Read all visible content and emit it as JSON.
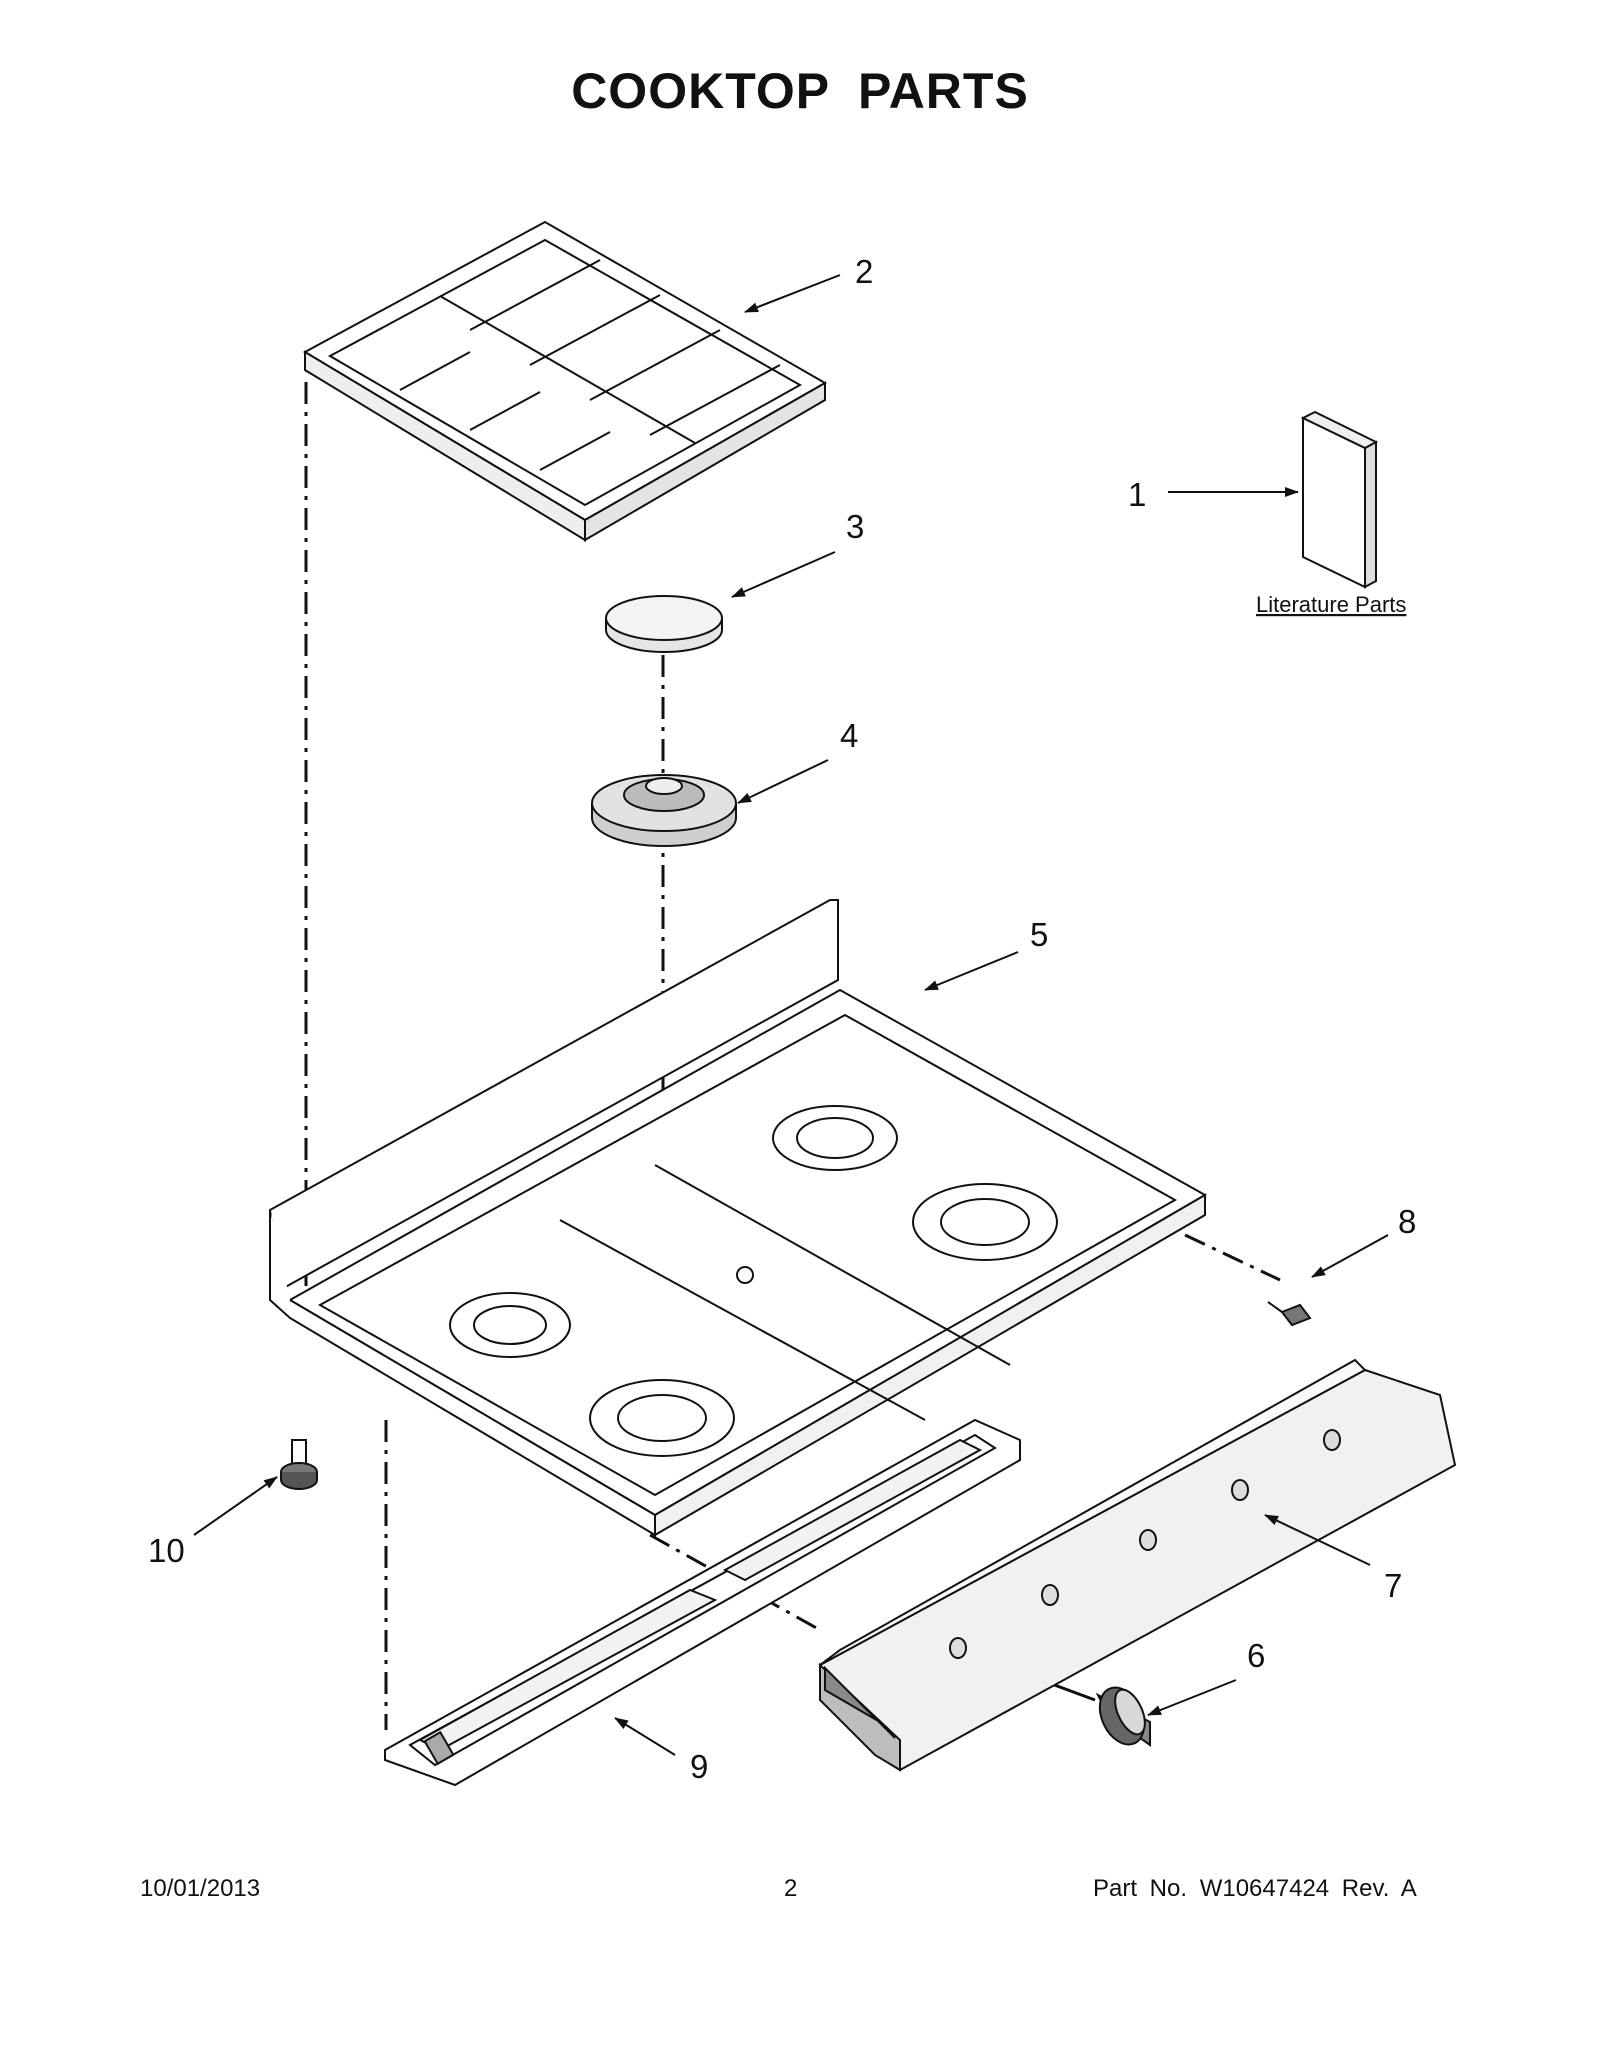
{
  "title": "COOKTOP PARTS",
  "literature_label": "Literature Parts",
  "callouts": [
    {
      "num": "1",
      "part": "Literature Parts"
    },
    {
      "num": "2",
      "part": "grate"
    },
    {
      "num": "3",
      "part": "burner cap"
    },
    {
      "num": "4",
      "part": "burner base"
    },
    {
      "num": "5",
      "part": "cooktop"
    },
    {
      "num": "6",
      "part": "knob"
    },
    {
      "num": "7",
      "part": "manifold panel"
    },
    {
      "num": "8",
      "part": "screw"
    },
    {
      "num": "9",
      "part": "bracket"
    },
    {
      "num": "10",
      "part": "leveling leg"
    }
  ],
  "footer": {
    "date": "10/01/2013",
    "page": "2",
    "part_no": "Part No.  W10647424  Rev.  A"
  }
}
